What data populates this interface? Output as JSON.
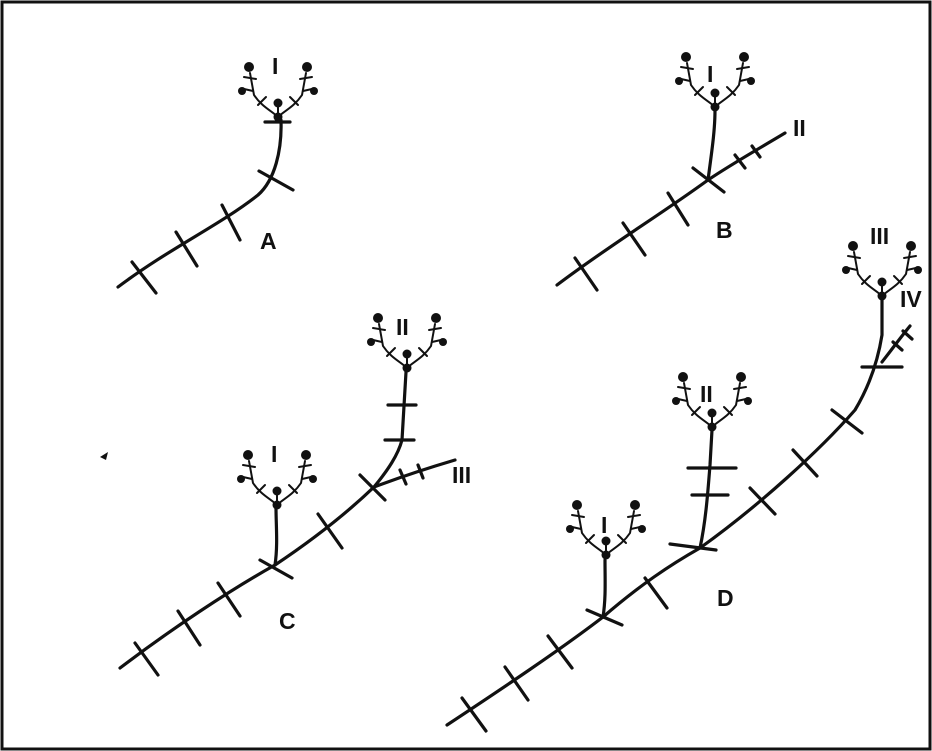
{
  "figure": {
    "panels": [
      {
        "id": "A",
        "label": "A",
        "inflorescence_labels": [
          "I"
        ]
      },
      {
        "id": "B",
        "label": "B",
        "inflorescence_labels": [
          "I",
          "II"
        ]
      },
      {
        "id": "C",
        "label": "C",
        "inflorescence_labels": [
          "I",
          "II",
          "III"
        ]
      },
      {
        "id": "D",
        "label": "D",
        "inflorescence_labels": [
          "I",
          "II",
          "III",
          "IV"
        ]
      }
    ]
  }
}
